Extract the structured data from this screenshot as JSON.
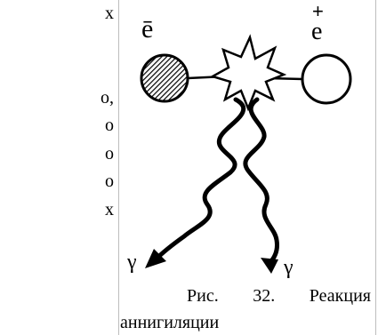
{
  "left_text_lines": [
    "х",
    "",
    "",
    "о,",
    "о",
    "о",
    "о",
    "х"
  ],
  "diagram": {
    "electron_label": "ē",
    "positron_label": "+\ne",
    "gamma_left": "γ",
    "gamma_right": "γ"
  },
  "caption": {
    "prefix": "Рис.",
    "number": "32.",
    "word": "Реакция",
    "line2": "аннигиляции"
  }
}
